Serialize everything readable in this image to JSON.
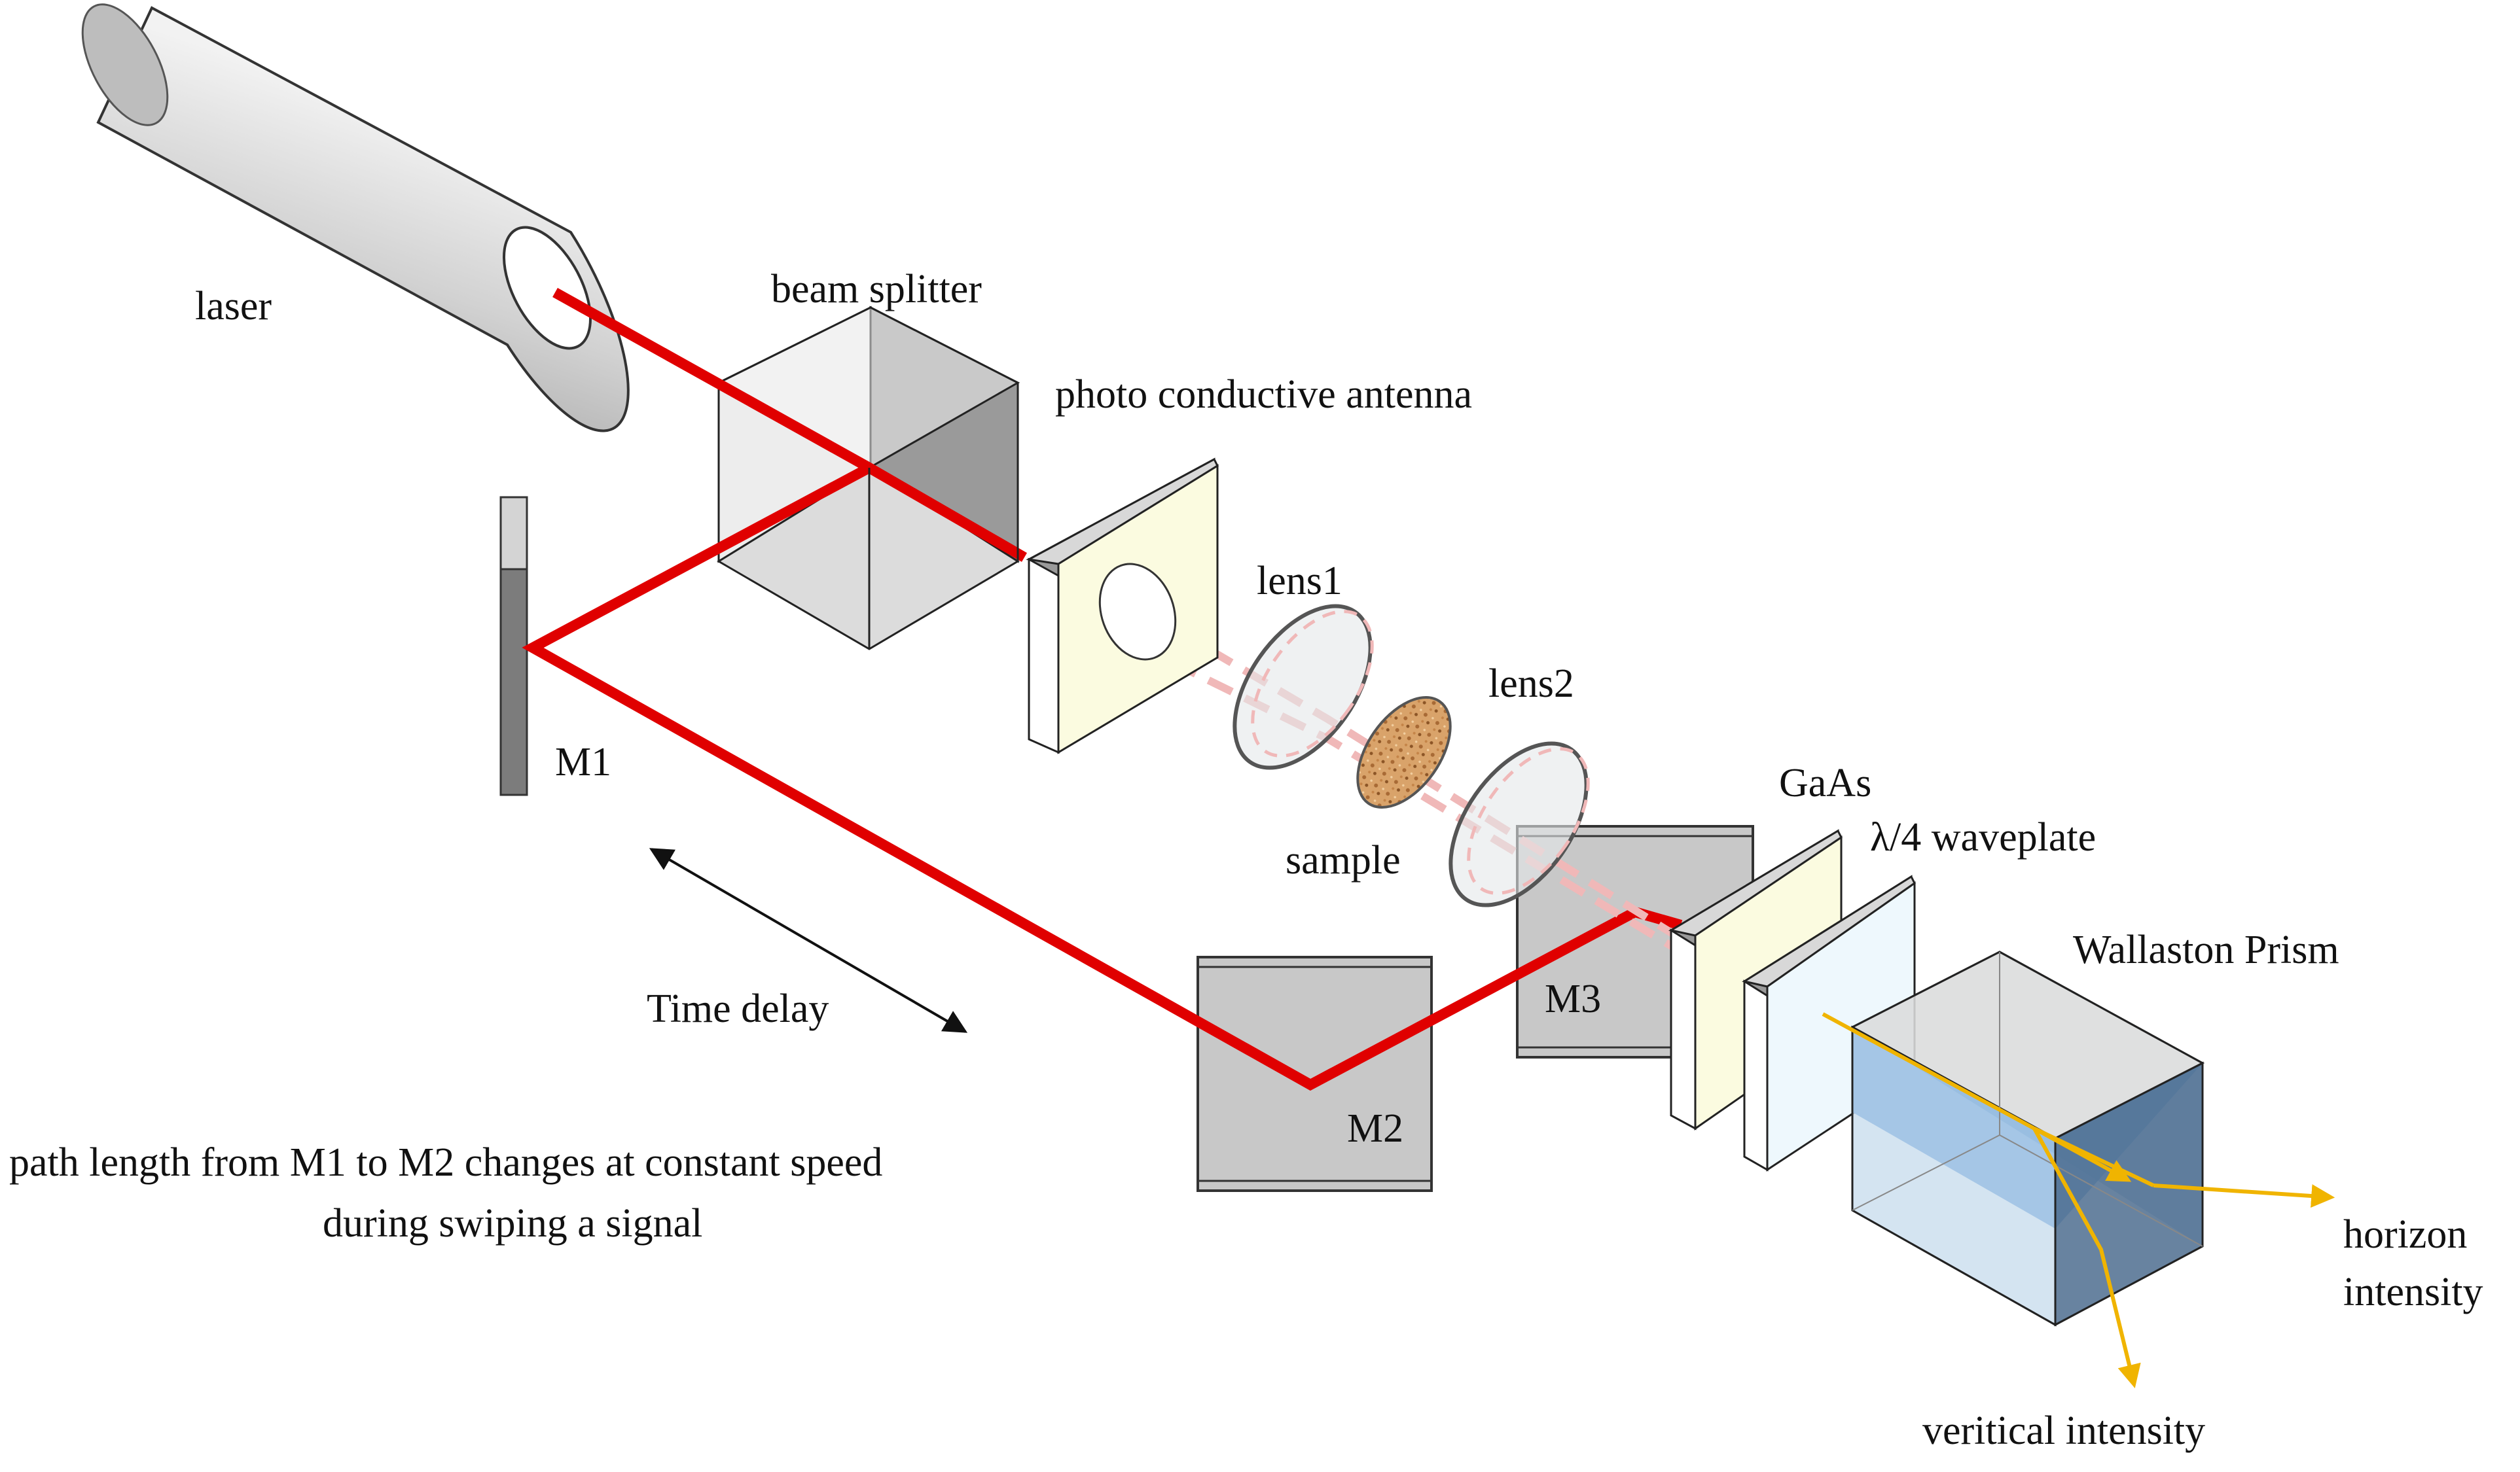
{
  "labels": {
    "laser": "laser",
    "beam_splitter": "beam splitter",
    "antenna": "photo conductive antenna",
    "lens1": "lens1",
    "lens2": "lens2",
    "sample": "sample",
    "m1": "M1",
    "m2": "M2",
    "m3": "M3",
    "gaas": "GaAs",
    "waveplate": "λ/4 waveplate",
    "prism": "Wallaston Prism",
    "time_delay": "Time delay",
    "note_line1": "path length from M1 to M2 changes at constant speed",
    "note_line2": "during swiping a signal",
    "horizon_line1": "horizon",
    "horizon_line2": "intensity",
    "vertical": "veritical intensity"
  },
  "colors": {
    "beam": "#e00000",
    "probe": "#f0b400",
    "plate_yellow": "#fbfbe0",
    "plate_blue": "#eef8fd",
    "mirror": "#c8c8c8",
    "prism_blue": "#6f9fcf"
  }
}
